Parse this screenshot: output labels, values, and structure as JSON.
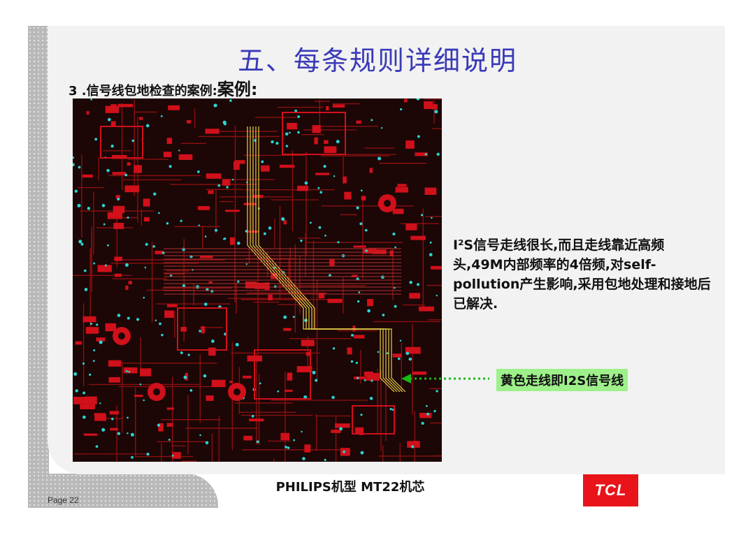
{
  "slide": {
    "title": "五、每条规则详细说明",
    "case_heading": "3 .信号线包地检查的案例:",
    "case_heading_suffix": "案例:",
    "description": "I²S信号走线很长,而且走线靠近高频头,49M内部频率的4倍频,对self-pollution产生影响,采用包地处理和接地后已解决.",
    "callout": "黄色走线即I2S信号线"
  },
  "footer": {
    "model": "PHILIPS机型 MT22机芯",
    "page": "Page 22",
    "logo": "TCL"
  },
  "colors": {
    "title": "#3a3ab8",
    "logo": "#e8141a",
    "callout_bg": "#9ef08a",
    "pcb_copper": "#d0101a",
    "pcb_trace": "#8a1010",
    "pcb_via": "#2ad4d4",
    "i2s_trace": "#e8d24a",
    "arrow": "#17b817"
  }
}
